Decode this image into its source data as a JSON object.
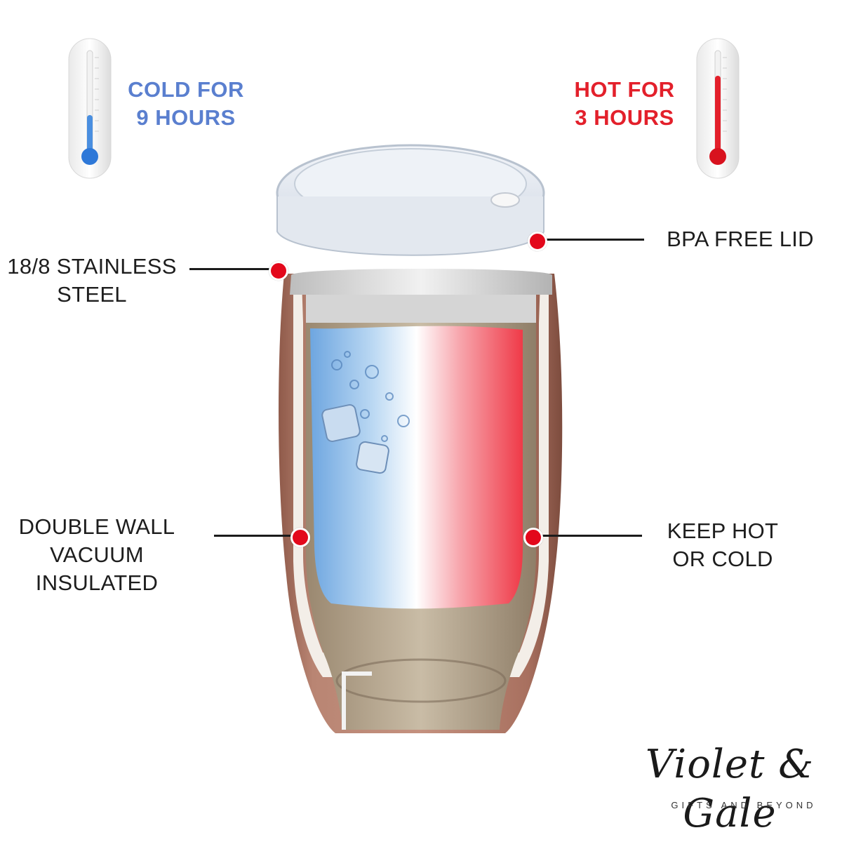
{
  "cold": {
    "line1": "COLD FOR",
    "line2": "9 HOURS",
    "color": "#5a7fcf"
  },
  "hot": {
    "line1": "HOT FOR",
    "line2": "3 HOURS",
    "color": "#e3202b"
  },
  "callouts": {
    "stainless": {
      "line1": "18/8 STAINLESS",
      "line2": "STEEL"
    },
    "lid": {
      "line1": "BPA FREE LID"
    },
    "double_wall": {
      "line1": "DOUBLE WALL",
      "line2": "VACUUM",
      "line3": "INSULATED"
    },
    "keep": {
      "line1": "KEEP HOT",
      "line2": "OR COLD"
    }
  },
  "brand": {
    "name": "Violet & Gale",
    "tagline": "GIFTS AND BEYOND"
  },
  "colors": {
    "accent_dot": "#e3081b",
    "copper": "#b37a68",
    "ice_blue": "#7fb6e8",
    "hot_red": "#f0404e"
  }
}
